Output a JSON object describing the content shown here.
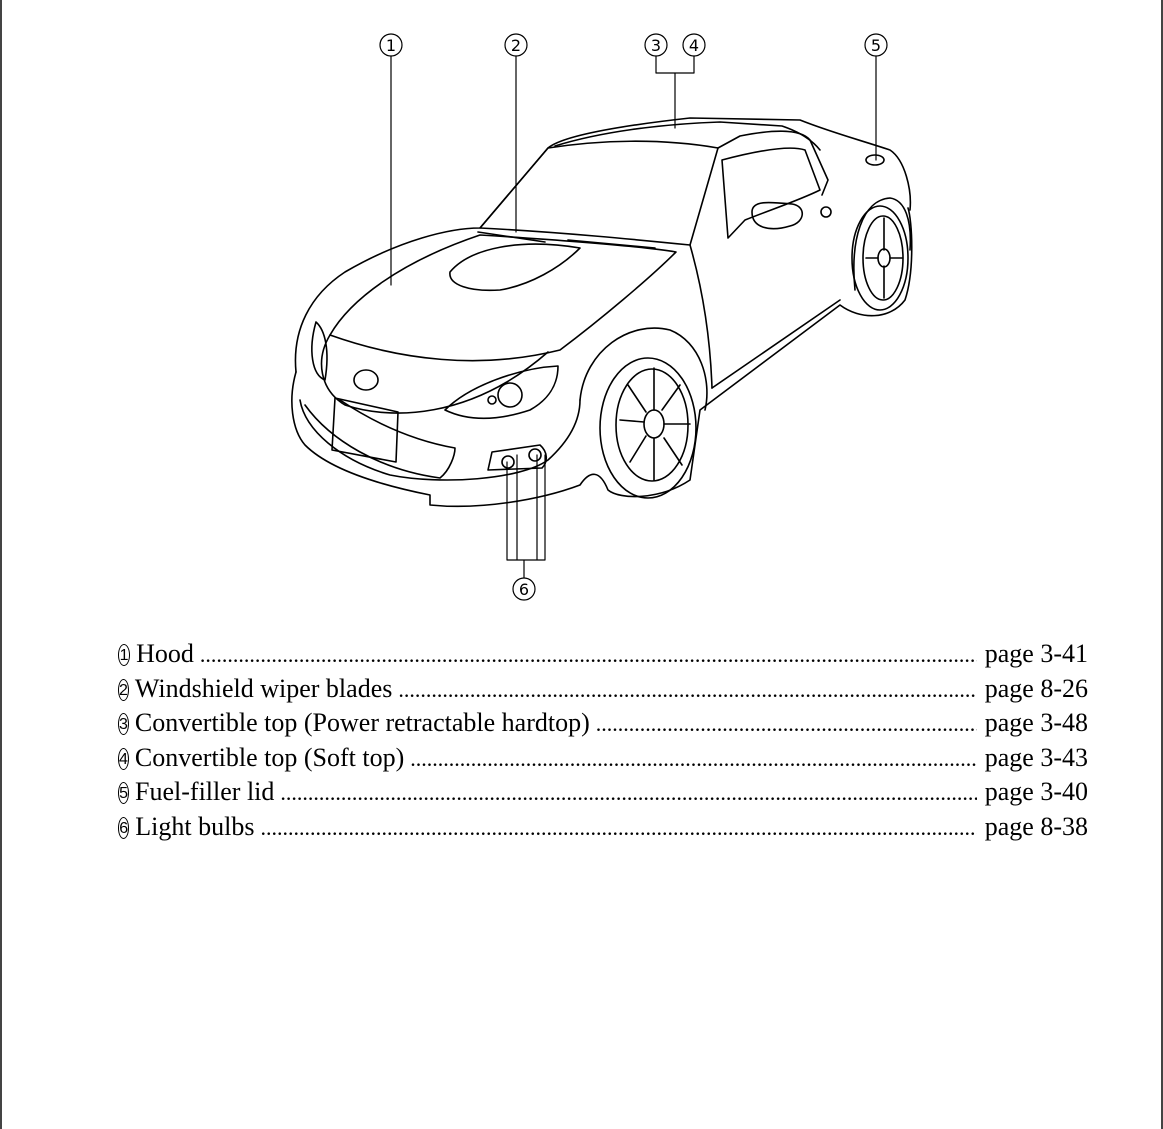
{
  "callouts": {
    "c1": "1",
    "c2": "2",
    "c3": "3",
    "c4": "4",
    "c5": "5",
    "c6": "6"
  },
  "index": [
    {
      "num": "1",
      "label": "Hood",
      "page": "page 3-41"
    },
    {
      "num": "2",
      "label": "Windshield wiper blades",
      "page": "page 8-26"
    },
    {
      "num": "3",
      "label": "Convertible top (Power retractable hardtop)",
      "page": "page 3-48"
    },
    {
      "num": "4",
      "label": "Convertible top (Soft top)",
      "page": "page 3-43"
    },
    {
      "num": "5",
      "label": "Fuel-filler lid",
      "page": "page 3-40"
    },
    {
      "num": "6",
      "label": "Light bulbs",
      "page": "page 8-38"
    }
  ]
}
